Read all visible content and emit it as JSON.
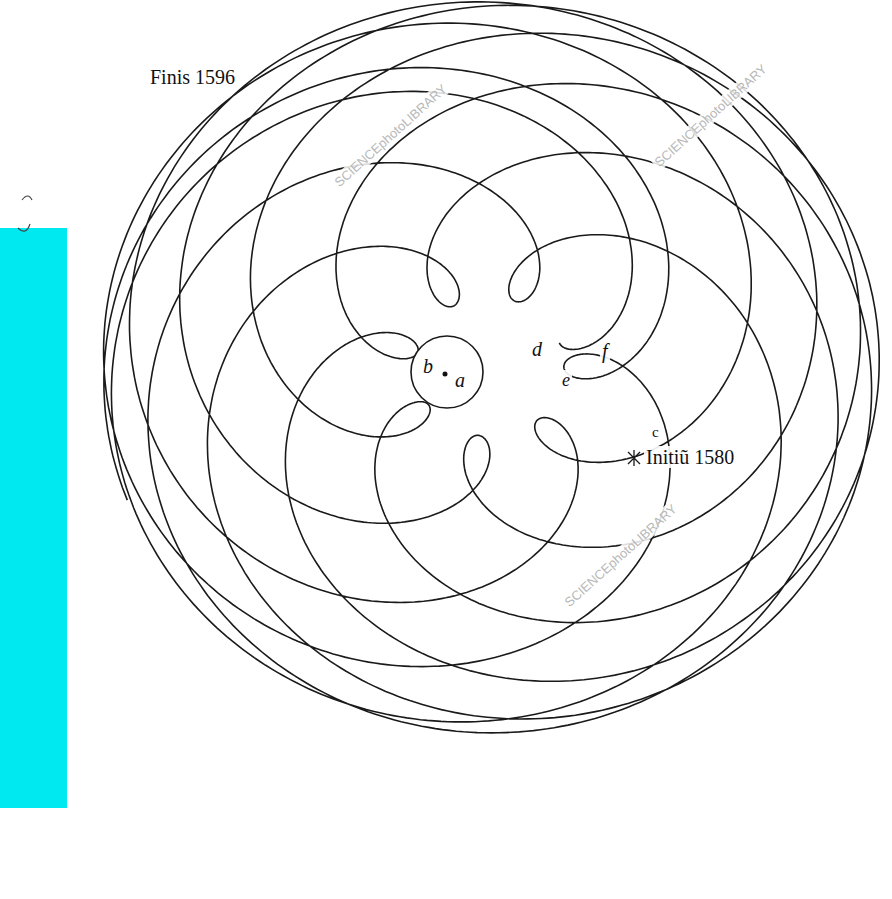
{
  "diagram": {
    "nodes": [
      {
        "text": [
          "b",
          "a"
        ]
      }
    ],
    "labels": [
      "Finis 1596",
      "Initiũ 1580",
      "c",
      "d",
      "e",
      "f",
      "SCIENCEphotoLIBRARY",
      "SCIENCEphotoLIBRARY",
      "SCIENCEphotoLIBRARY"
    ]
  }
}
